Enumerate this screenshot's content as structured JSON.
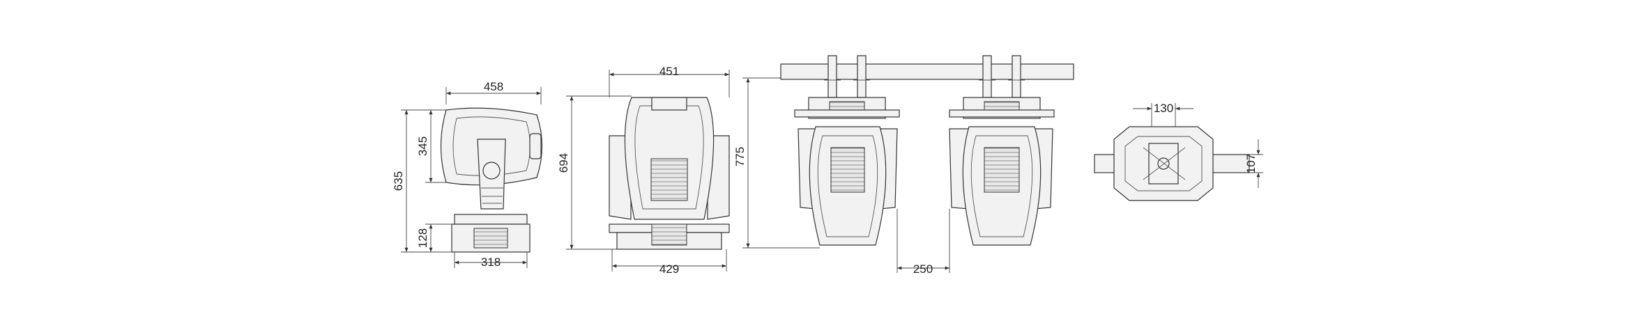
{
  "views": [
    {
      "id": "side-view",
      "dims": {
        "width_top": "458",
        "head_height": "345",
        "total_height": "635",
        "base_height": "128",
        "base_width": "318"
      }
    },
    {
      "id": "front-view",
      "dims": {
        "width_top": "451",
        "height": "694",
        "base_width": "429"
      }
    },
    {
      "id": "front-clamped-view",
      "dims": {
        "height": "775",
        "clamp_offset": "250"
      }
    },
    {
      "id": "rear-clamped-view",
      "dims": {}
    },
    {
      "id": "top-view",
      "dims": {
        "width": "130",
        "height": "107"
      }
    }
  ],
  "colors": {
    "line": "#333333",
    "fill": "#f2f2f2",
    "background": "#ffffff"
  }
}
